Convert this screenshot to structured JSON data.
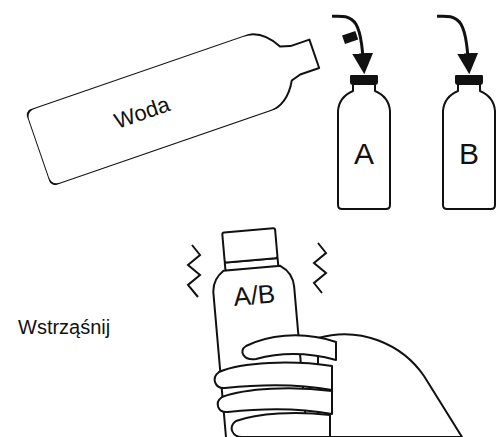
{
  "diagram": {
    "nodes": [
      {
        "text": [
          "Woda"
        ]
      },
      {
        "text": [
          "A"
        ]
      },
      {
        "text": [
          "B"
        ]
      },
      {
        "text": [
          "A/B"
        ]
      }
    ],
    "edges": [
      {
        "from": 0,
        "to": 1,
        "arrow": "to"
      },
      {
        "from": 0,
        "to": 2,
        "arrow": "to"
      }
    ],
    "labels": [
      "Wstrząśnij"
    ]
  }
}
